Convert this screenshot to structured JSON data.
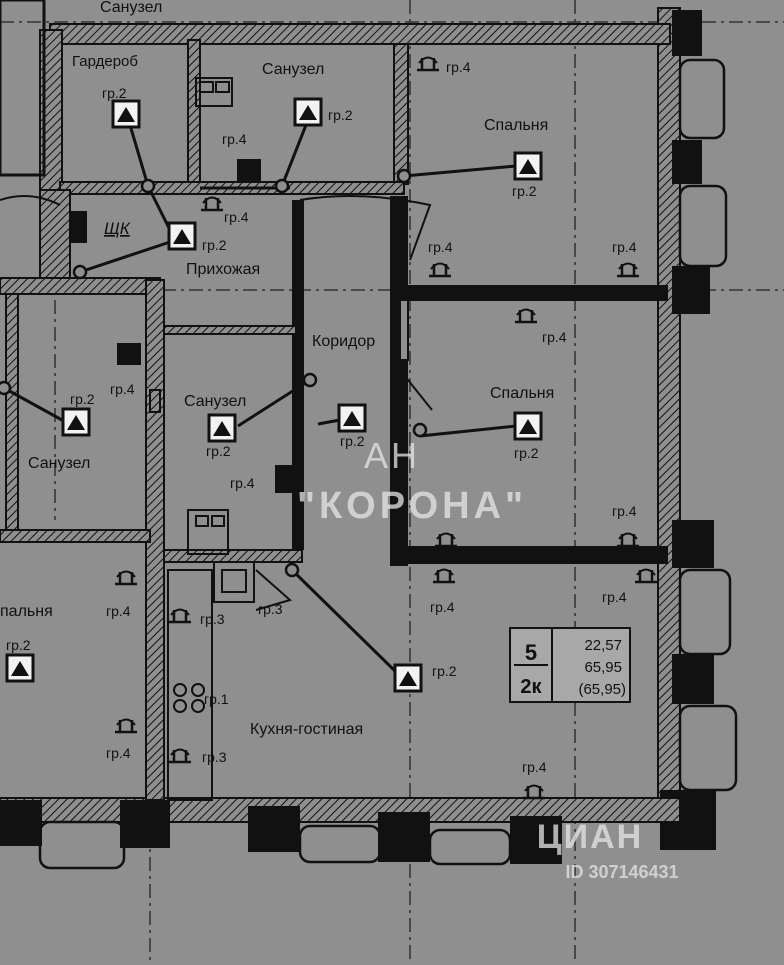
{
  "rooms": {
    "bath_top": "Санузел",
    "wardrobe": "Гардероб",
    "bath_upper": "Санузел",
    "bedroom_upper": "Спальня",
    "panel": "ЩК",
    "hall": "Прихожая",
    "corridor": "Коридор",
    "bedroom_mid": "Спальня",
    "bath_mid": "Санузел",
    "bath_left": "Санузел",
    "bedroom_left": "пальня",
    "kitchen": "Кухня-гостиная"
  },
  "labels": {
    "gr2": "гр.2",
    "gr4": "гр.4",
    "gr3": "гр.3",
    "gr1": "гр.1"
  },
  "apartment": {
    "number": "5",
    "type": "2к",
    "living_area": "22,57",
    "total_area": "65,95",
    "total_area_paren": "(65,95)"
  },
  "watermarks": {
    "agency_line1": "АН",
    "agency_line2": "\"КОРОНА\"",
    "cian": "ЦИАН",
    "listing_id": "ID 307146431"
  },
  "colors": {
    "paper": "#8f8f8f",
    "ink": "#111111",
    "watermark": "#e6e6e6"
  }
}
